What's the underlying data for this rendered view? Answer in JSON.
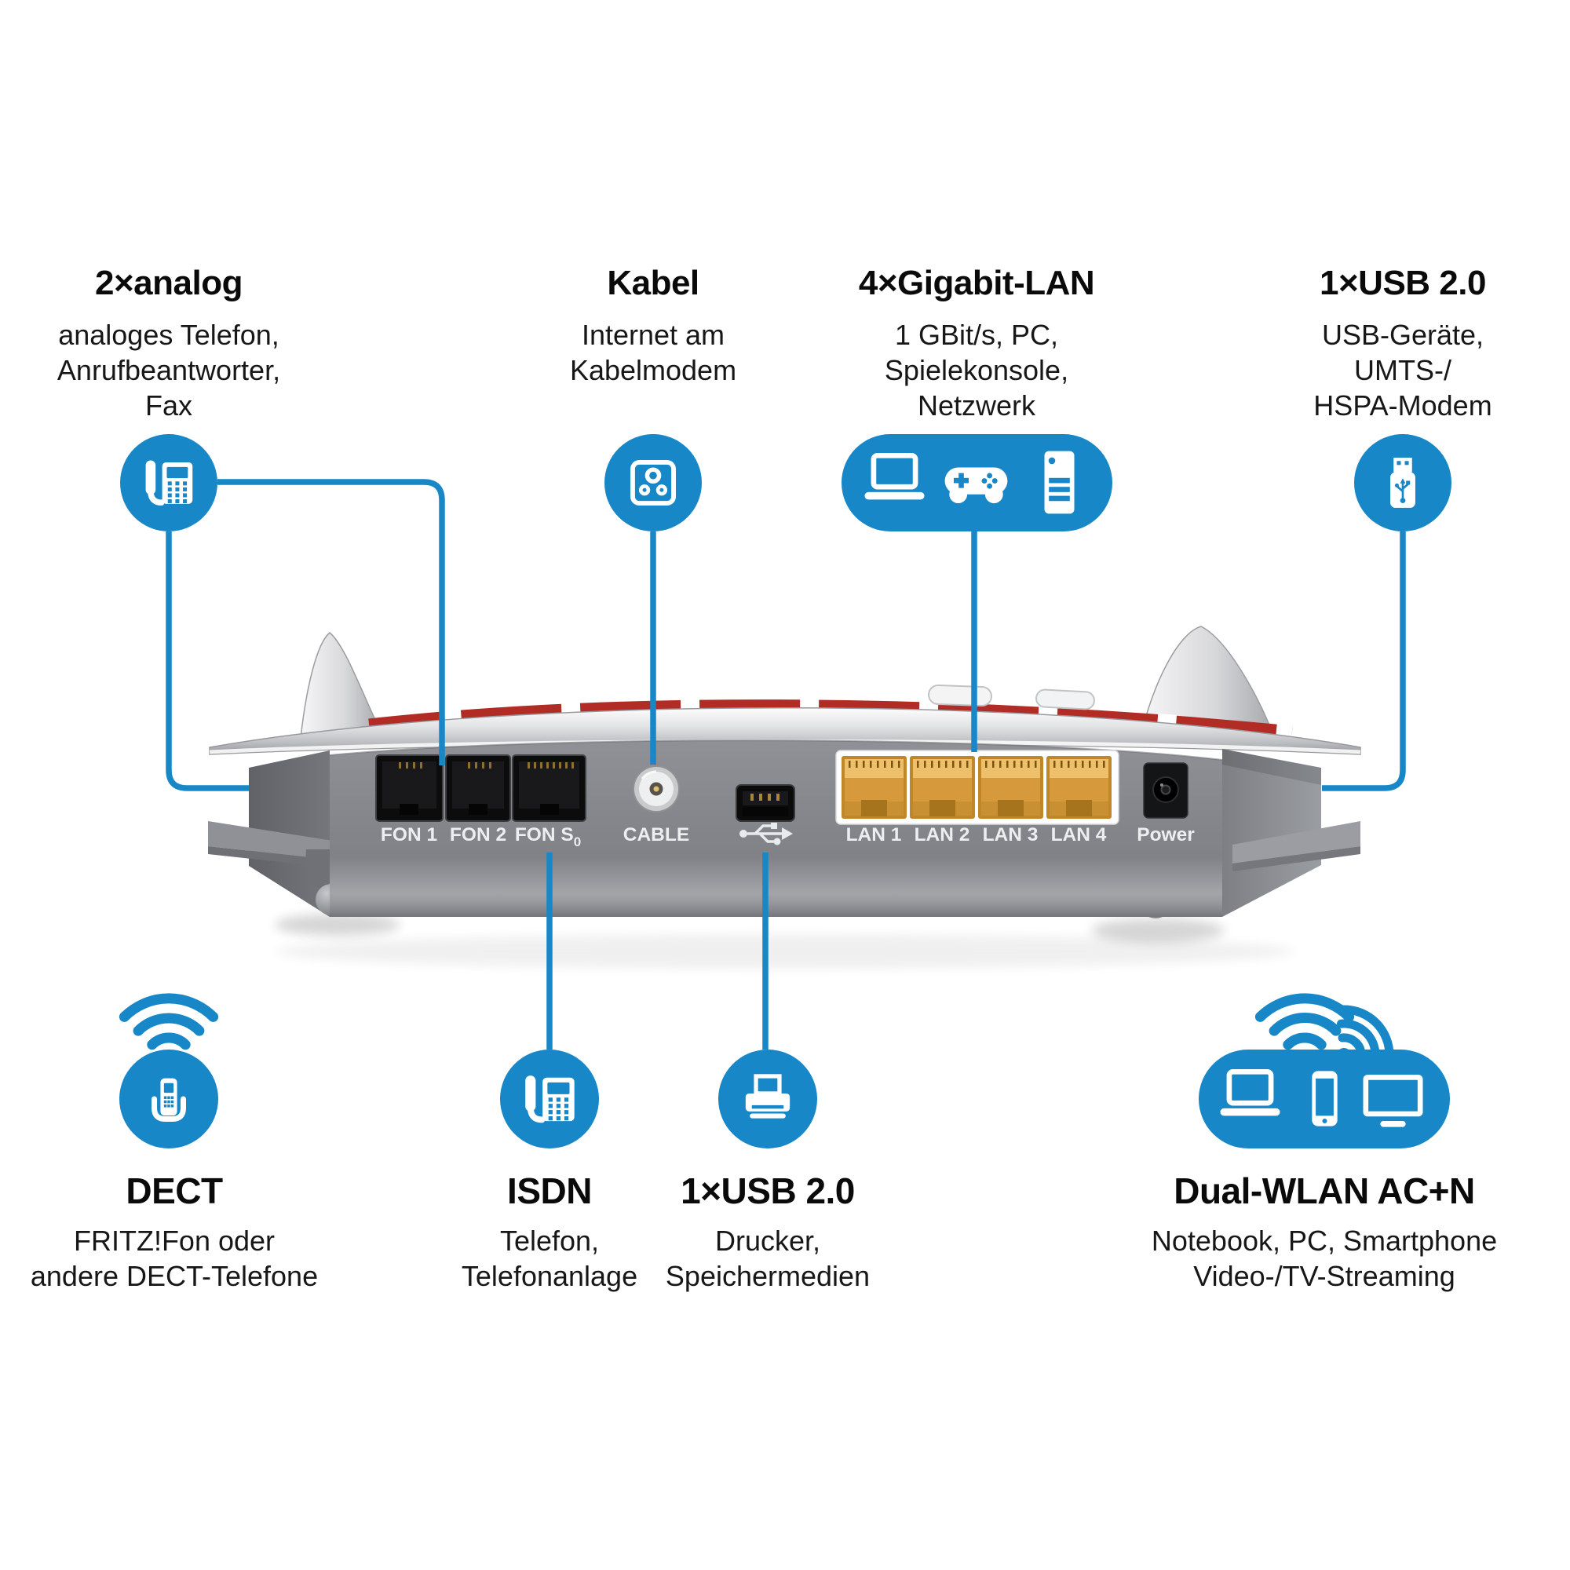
{
  "colors": {
    "accent_blue": "#1787c8",
    "brand_red": "#b02c24",
    "router_gray": "#85878c",
    "lan_orange": "#d69a3c",
    "text_black": "#121212",
    "port_label_white": "#eceef0"
  },
  "top_labels": [
    {
      "icon": "desk-phone-icon",
      "title": "2×analog",
      "lines": [
        "analoges Telefon,",
        "Anrufbeantworter,",
        "Fax"
      ]
    },
    {
      "icon": "cable-socket-icon",
      "title": "Kabel",
      "lines": [
        "Internet am",
        "Kabelmodem"
      ]
    },
    {
      "icon": "lan-devices-icon",
      "title": "4×Gigabit-LAN",
      "lines": [
        "1 GBit/s, PC,",
        "Spielekonsole,",
        "Netzwerk"
      ]
    },
    {
      "icon": "usb-stick-icon",
      "title": "1×USB 2.0",
      "lines": [
        "USB-Geräte,",
        "UMTS-/",
        "HSPA-Modem"
      ]
    }
  ],
  "bottom_labels": [
    {
      "icon": "dect-handset-icon",
      "title": "DECT",
      "lines": [
        "FRITZ!Fon oder",
        "andere DECT-Telefone"
      ]
    },
    {
      "icon": "desk-phone-icon",
      "title": "ISDN",
      "lines": [
        "Telefon,",
        "Telefonanlage"
      ]
    },
    {
      "icon": "printer-icon",
      "title": "1×USB 2.0",
      "lines": [
        "Drucker,",
        "Speichermedien"
      ]
    },
    {
      "icon": "wlan-devices-icon",
      "title": "Dual-WLAN AC+N",
      "lines": [
        "Notebook, PC, Smartphone",
        "Video-/TV-Streaming"
      ]
    }
  ],
  "router": {
    "ports": {
      "fon1": "FON 1",
      "fon2": "FON 2",
      "fon_s": "FON S",
      "fon_s_sub": "0",
      "cable": "CABLE",
      "usb_symbol": "usb-trident-icon",
      "lan1": "LAN 1",
      "lan2": "LAN 2",
      "lan3": "LAN 3",
      "lan4": "LAN 4",
      "power": "Power"
    }
  }
}
